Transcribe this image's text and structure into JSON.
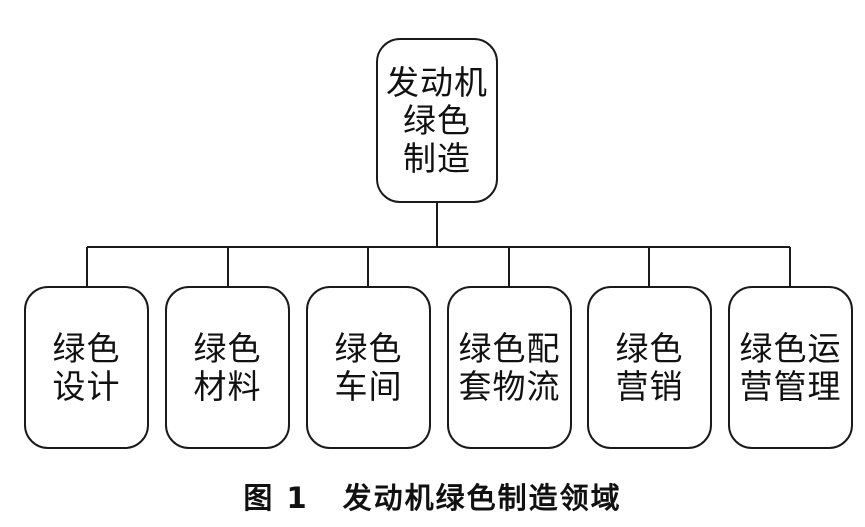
{
  "diagram": {
    "root": {
      "lines": [
        "发动机",
        "绿色",
        "制造"
      ]
    },
    "children": [
      {
        "lines": [
          "绿色",
          "设计"
        ]
      },
      {
        "lines": [
          "绿色",
          "材料"
        ]
      },
      {
        "lines": [
          "绿色",
          "车间"
        ]
      },
      {
        "lines": [
          "绿色配",
          "套物流"
        ]
      },
      {
        "lines": [
          "绿色",
          "营销"
        ]
      },
      {
        "lines": [
          "绿色运",
          "营管理"
        ]
      }
    ]
  },
  "caption": {
    "number": "图 1",
    "title": "发动机绿色制造领域"
  }
}
